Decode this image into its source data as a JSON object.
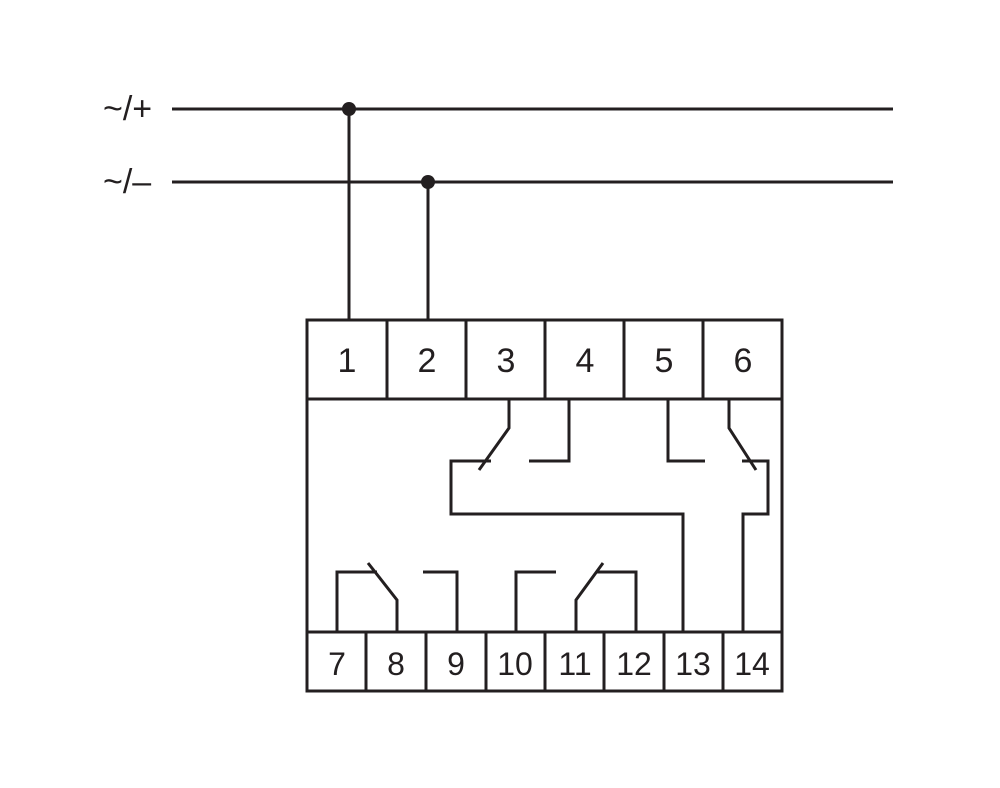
{
  "supply": {
    "positive_label": "~/+",
    "negative_label": "~/–"
  },
  "terminals_top": [
    "1",
    "2",
    "3",
    "4",
    "5",
    "6"
  ],
  "terminals_bottom": [
    "7",
    "8",
    "9",
    "10",
    "11",
    "12",
    "13",
    "14"
  ],
  "colors": {
    "ink": "#231f20",
    "background": "#ffffff"
  }
}
